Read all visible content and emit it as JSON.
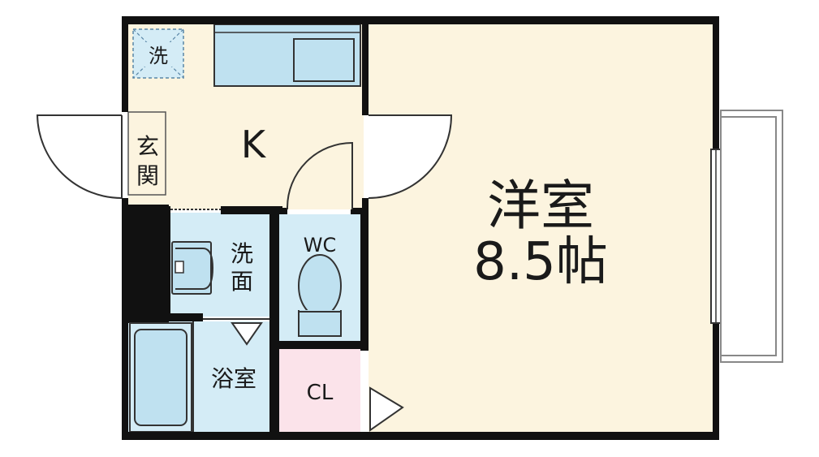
{
  "rooms": {
    "kitchen": {
      "label": "K"
    },
    "entrance": {
      "label_line1": "玄",
      "label_line2": "関"
    },
    "washer": {
      "label": "洗"
    },
    "washroom": {
      "label_line1": "洗",
      "label_line2": "面"
    },
    "toilet": {
      "label": "WC"
    },
    "bathroom": {
      "label": "浴室"
    },
    "closet": {
      "label": "CL"
    },
    "western_room": {
      "label": "洋室",
      "size": "8.5帖"
    }
  },
  "colors": {
    "wall": "#111111",
    "floor_kitchen": "#fcf4df",
    "floor_western": "#fcf4df",
    "wet_area": "#d4ecf6",
    "fixture": "#bfe1f0",
    "closet": "#fbe3ea",
    "line": "#444444"
  }
}
